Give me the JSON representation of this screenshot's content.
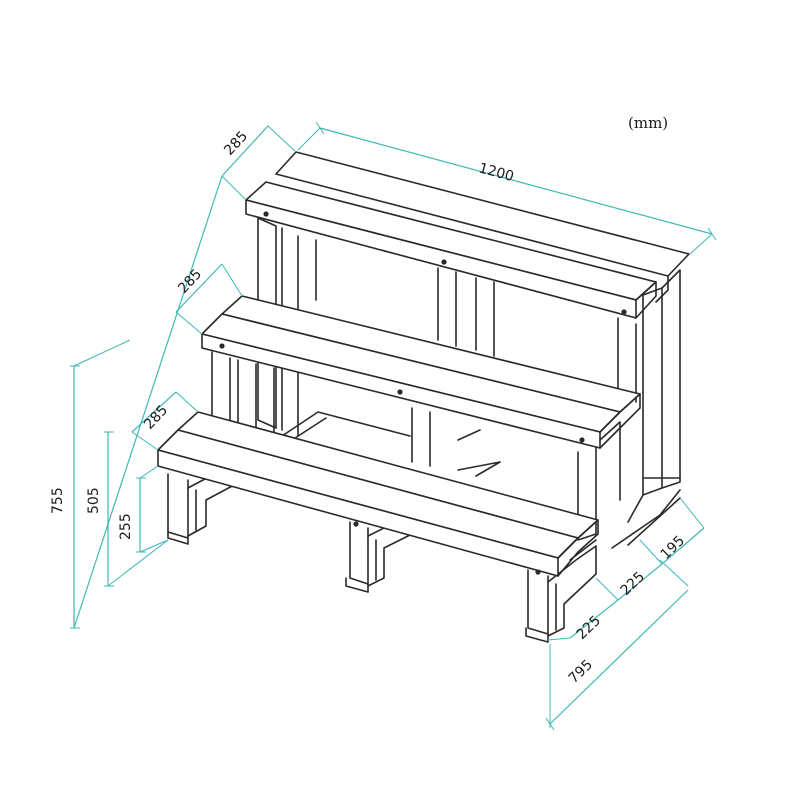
{
  "unit_label": "(mm)",
  "dimensions": {
    "width_total": "1200",
    "top_step_depth": "285",
    "middle_step_depth": "285",
    "bottom_step_depth": "285",
    "height_top": "755",
    "height_middle": "505",
    "height_bottom": "255",
    "depth_total": "795",
    "rise_front": "225",
    "rise_middle": "225",
    "rise_back": "195"
  },
  "colors": {
    "dimension_lines": "#3fb8b5",
    "drawing_lines": "#2a2a2a"
  }
}
